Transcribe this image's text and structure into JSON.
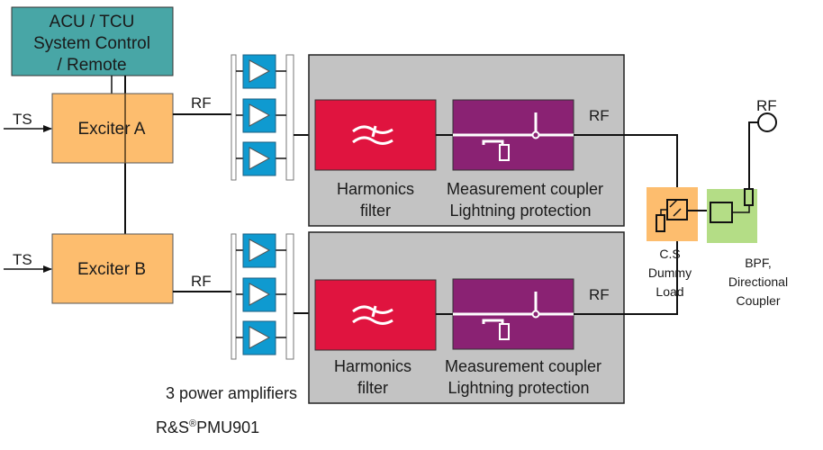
{
  "colors": {
    "control_unit": "#48a6a6",
    "exciter": "#fdbd6e",
    "amplifier": "#0f9ad0",
    "rack_bg": "#c3c3c3",
    "harmonics_filter": "#e0143f",
    "measurement_coupler": "#8a2273",
    "dummy_load_bg": "#fdbd6e",
    "bpf_bg": "#b4dd86"
  },
  "control": {
    "line1": "ACU / TCU",
    "line2": "System Control",
    "line3": "/ Remote"
  },
  "exciters": [
    {
      "name": "Exciter A",
      "input_label": "TS",
      "output_label": "RF"
    },
    {
      "name": "Exciter B",
      "input_label": "TS",
      "output_label": "RF"
    }
  ],
  "chains": [
    {
      "filter_label_1": "Harmonics",
      "filter_label_2": "filter",
      "coupler_label_1": "Measurement coupler",
      "coupler_label_2": "Lightning protection",
      "rf_out_label": "RF"
    },
    {
      "filter_label_1": "Harmonics",
      "filter_label_2": "filter",
      "coupler_label_1": "Measurement coupler",
      "coupler_label_2": "Lightning protection",
      "rf_out_label": "RF"
    }
  ],
  "amplifiers_caption": "3 power amplifiers",
  "product": {
    "prefix": "R&S",
    "reg": "®",
    "model": "PMU901"
  },
  "dummy_load": {
    "line1": "C.S",
    "line2": "Dummy",
    "line3": "Load"
  },
  "bpf": {
    "line1": "BPF,",
    "line2": "Directional",
    "line3": "Coupler"
  },
  "antenna_label": "RF"
}
